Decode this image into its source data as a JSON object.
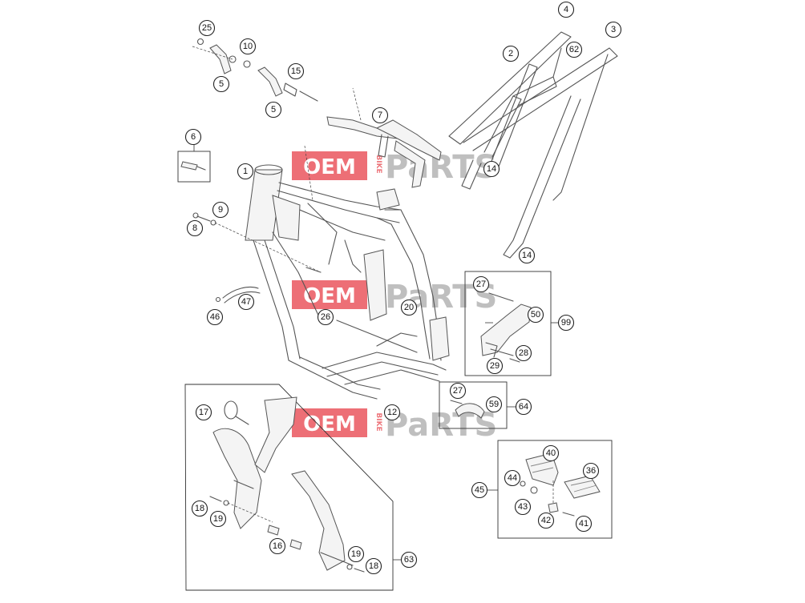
{
  "watermark": {
    "oem": "OEM",
    "bike": "BIKE",
    "parts": "PaRTS",
    "accent": "#e8474f",
    "gray": "#8c8c8c"
  },
  "callouts": {
    "c1": "1",
    "c2": "2",
    "c3": "3",
    "c4": "4",
    "c5a": "5",
    "c5b": "5",
    "c6": "6",
    "c7": "7",
    "c8": "8",
    "c9": "9",
    "c10": "10",
    "c12": "12",
    "c14a": "14",
    "c14b": "14",
    "c15": "15",
    "c16": "16",
    "c17": "17",
    "c18a": "18",
    "c18b": "18",
    "c19a": "19",
    "c19b": "19",
    "c20": "20",
    "c25": "25",
    "c26": "26",
    "c27a": "27",
    "c27b": "27",
    "c28": "28",
    "c29": "29",
    "c36": "36",
    "c40": "40",
    "c41": "41",
    "c42": "42",
    "c43": "43",
    "c44": "44",
    "c45": "45",
    "c46": "46",
    "c47": "47",
    "c50": "50",
    "c59": "59",
    "c62": "62",
    "c63": "63",
    "c64": "64",
    "c99": "99"
  }
}
